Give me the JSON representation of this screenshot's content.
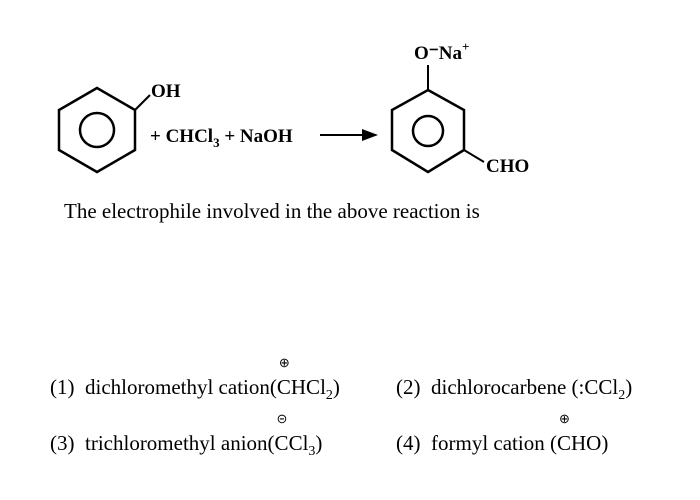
{
  "reaction": {
    "reactant_group": "OH",
    "reagents_prefix": "+ CHCl",
    "reagents_sub": "3",
    "reagents_suffix": " + NaOH",
    "product_top": "O⁻Na",
    "product_top_sup": "+",
    "product_side": "CHO"
  },
  "question": "The electrophile involved in the above reaction is",
  "options": [
    {
      "number": "(1)",
      "text": "dichloromethyl cation",
      "charge": "⊕",
      "formula_head": "C",
      "formula_mid": "HCl",
      "formula_sub": "2",
      "formula_tail": ")"
    },
    {
      "number": "(2)",
      "text": "dichlorocarbene (:CCl",
      "formula_sub": "2",
      "formula_tail": ")"
    },
    {
      "number": "(3)",
      "text": "trichloromethyl anion",
      "charge": "⊝",
      "formula_head": "C",
      "formula_mid": "Cl",
      "formula_sub": "3",
      "formula_tail": ")"
    },
    {
      "number": "(4)",
      "text": "formyl cation",
      "charge": "⊕",
      "formula_head": "C",
      "formula_mid": "HO",
      "formula_tail": ")"
    }
  ]
}
